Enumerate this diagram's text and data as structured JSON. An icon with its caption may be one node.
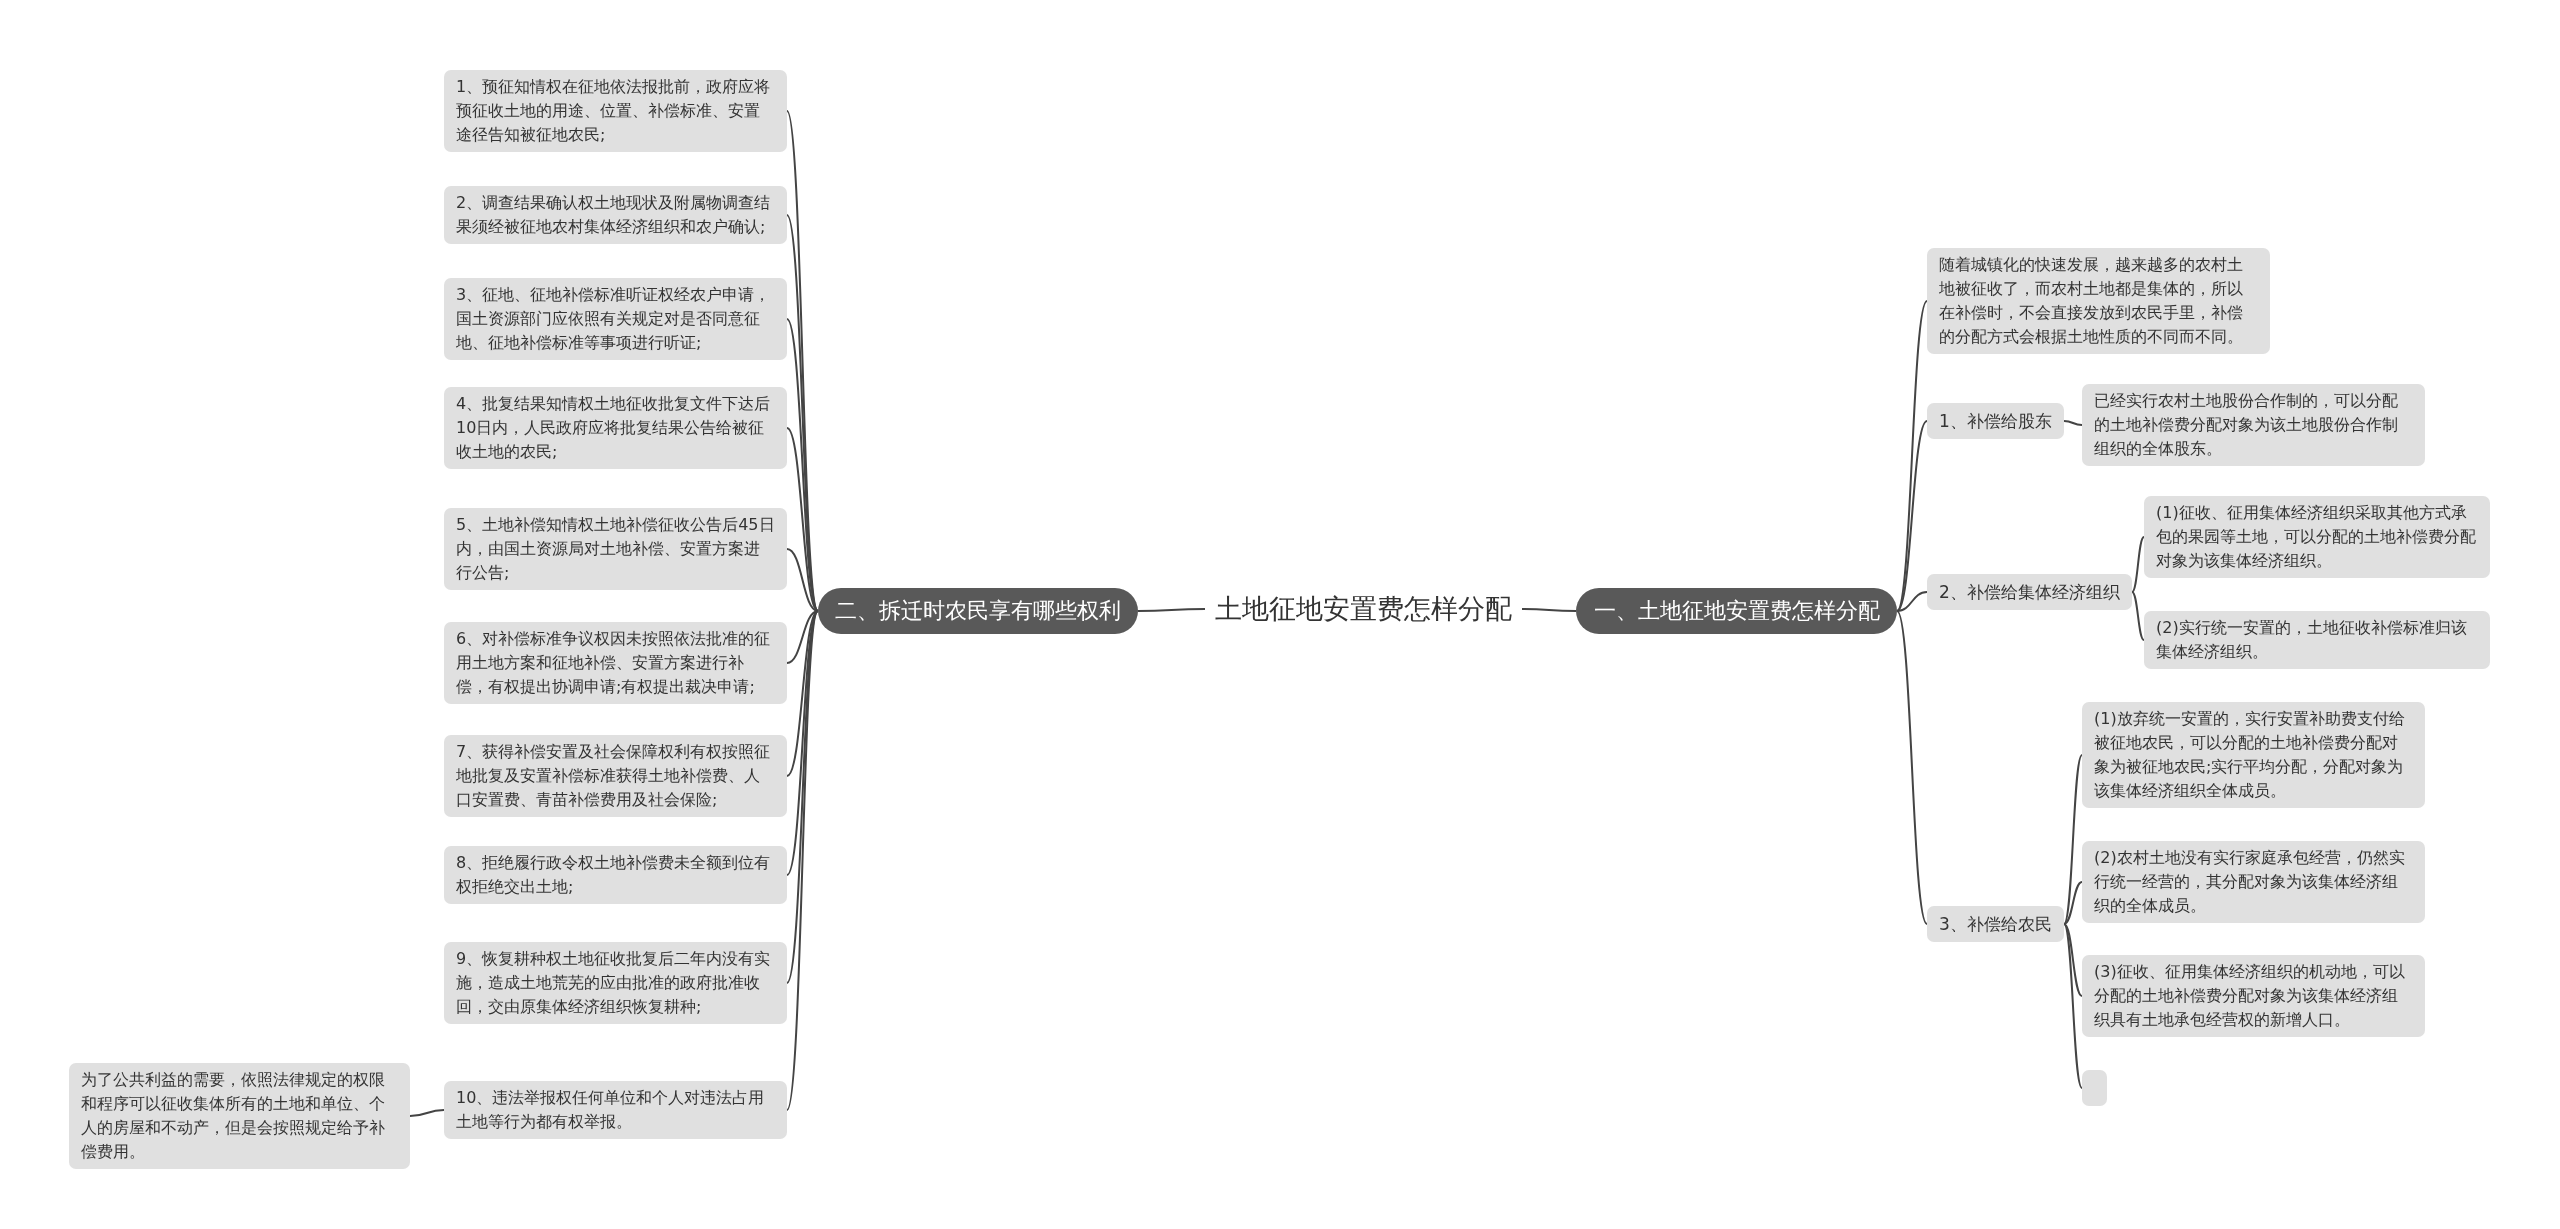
{
  "diagram": {
    "nodes": [
      {
        "text": [
          "土地征地安置费怎样分配"
        ]
      },
      {
        "text": [
          "一、土地征地安置费怎样分配"
        ]
      },
      {
        "text": [
          "随着城镇化的快速发展，越来越多的农村土地被征收了，而农村土地都是集体的，所以在补偿时，不会直接发放到农民手里，补偿的分配方式会根据土地性质的不同而不同。"
        ]
      },
      {
        "text": [
          "1、补偿给股东"
        ]
      },
      {
        "text": [
          "已经实行农村土地股份合作制的，可以分配的土地补偿费分配对象为该土地股份合作制组织的全体股东。"
        ]
      },
      {
        "text": [
          "2、补偿给集体经济组织"
        ]
      },
      {
        "text": [
          "(1)征收、征用集体经济组织采取其他方式承包的果园等土地，可以分配的土地补偿费分配对象为该集体经济组织。"
        ]
      },
      {
        "text": [
          "(2)实行统一安置的，土地征收补偿标准归该集体经济组织。"
        ]
      },
      {
        "text": [
          "3、补偿给农民"
        ]
      },
      {
        "text": [
          "(1)放弃统一安置的，实行安置补助费支付给被征地农民，可以分配的土地补偿费分配对象为被征地农民;实行平均分配，分配对象为该集体经济组织全体成员。"
        ]
      },
      {
        "text": [
          "(2)农村土地没有实行家庭承包经营，仍然实行统一经营的，其分配对象为该集体经济组织的全体成员。"
        ]
      },
      {
        "text": [
          "(3)征收、征用集体经济组织的机动地，可以分配的土地补偿费分配对象为该集体经济组织具有土地承包经营权的新增人口。"
        ]
      },
      {
        "text": [],
        "shape": "box"
      },
      {
        "text": [
          "二、拆迁时农民享有哪些权利"
        ]
      },
      {
        "text": [
          "1、预征知情权在征地依法报批前，政府应将预征收土地的用途、位置、补偿标准、安置途径告知被征地农民;"
        ]
      },
      {
        "text": [
          "2、调查结果确认权土地现状及附属物调查结果须经被征地农村集体经济组织和农户确认;"
        ]
      },
      {
        "text": [
          "3、征地、征地补偿标准听证权经农户申请，国土资源部门应依照有关规定对是否同意征地、征地补偿标准等事项进行听证;"
        ]
      },
      {
        "text": [
          "4、批复结果知情权土地征收批复文件下达后10日内，人民政府应将批复结果公告给被征收土地的农民;"
        ]
      },
      {
        "text": [
          "5、土地补偿知情权土地补偿征收公告后45日内，由国土资源局对土地补偿、安置方案进行公告;"
        ]
      },
      {
        "text": [
          "6、对补偿标准争议权因未按照依法批准的征用土地方案和征地补偿、安置方案进行补偿，有权提出协调申请;有权提出裁决申请;"
        ]
      },
      {
        "text": [
          "7、获得补偿安置及社会保障权利有权按照征地批复及安置补偿标准获得土地补偿费、人口安置费、青苗补偿费用及社会保险;"
        ]
      },
      {
        "text": [
          "8、拒绝履行政令权土地补偿费未全额到位有权拒绝交出土地;"
        ]
      },
      {
        "text": [
          "9、恢复耕种权土地征收批复后二年内没有实施，造成土地荒芜的应由批准的政府批准收回，交由原集体经济组织恢复耕种;"
        ]
      },
      {
        "text": [
          "10、违法举报权任何单位和个人对违法占用土地等行为都有权举报。"
        ]
      },
      {
        "text": [
          "为了公共利益的需要，依照法律规定的权限和程序可以征收集体所有的土地和单位、个人的房屋和不动产，但是会按照规定给予补偿费用。"
        ]
      }
    ],
    "edges": [
      {
        "from": 0,
        "to": 1,
        "arrow": "none"
      },
      {
        "from": 1,
        "to": 2,
        "arrow": "none"
      },
      {
        "from": 1,
        "to": 3,
        "arrow": "none"
      },
      {
        "from": 3,
        "to": 4,
        "arrow": "none"
      },
      {
        "from": 1,
        "to": 5,
        "arrow": "none"
      },
      {
        "from": 5,
        "to": 6,
        "arrow": "none"
      },
      {
        "from": 5,
        "to": 7,
        "arrow": "none"
      },
      {
        "from": 1,
        "to": 8,
        "arrow": "none"
      },
      {
        "from": 8,
        "to": 9,
        "arrow": "none"
      },
      {
        "from": 8,
        "to": 10,
        "arrow": "none"
      },
      {
        "from": 8,
        "to": 11,
        "arrow": "none"
      },
      {
        "from": 8,
        "to": 12,
        "arrow": "none"
      },
      {
        "from": 0,
        "to": 13,
        "arrow": "none"
      },
      {
        "from": 13,
        "to": 14,
        "arrow": "none"
      },
      {
        "from": 13,
        "to": 15,
        "arrow": "none"
      },
      {
        "from": 13,
        "to": 16,
        "arrow": "none"
      },
      {
        "from": 13,
        "to": 17,
        "arrow": "none"
      },
      {
        "from": 13,
        "to": 18,
        "arrow": "none"
      },
      {
        "from": 13,
        "to": 19,
        "arrow": "none"
      },
      {
        "from": 13,
        "to": 20,
        "arrow": "none"
      },
      {
        "from": 13,
        "to": 21,
        "arrow": "none"
      },
      {
        "from": 13,
        "to": 22,
        "arrow": "none"
      },
      {
        "from": 13,
        "to": 23,
        "arrow": "none"
      },
      {
        "from": 23,
        "to": 24,
        "arrow": "none"
      }
    ]
  }
}
